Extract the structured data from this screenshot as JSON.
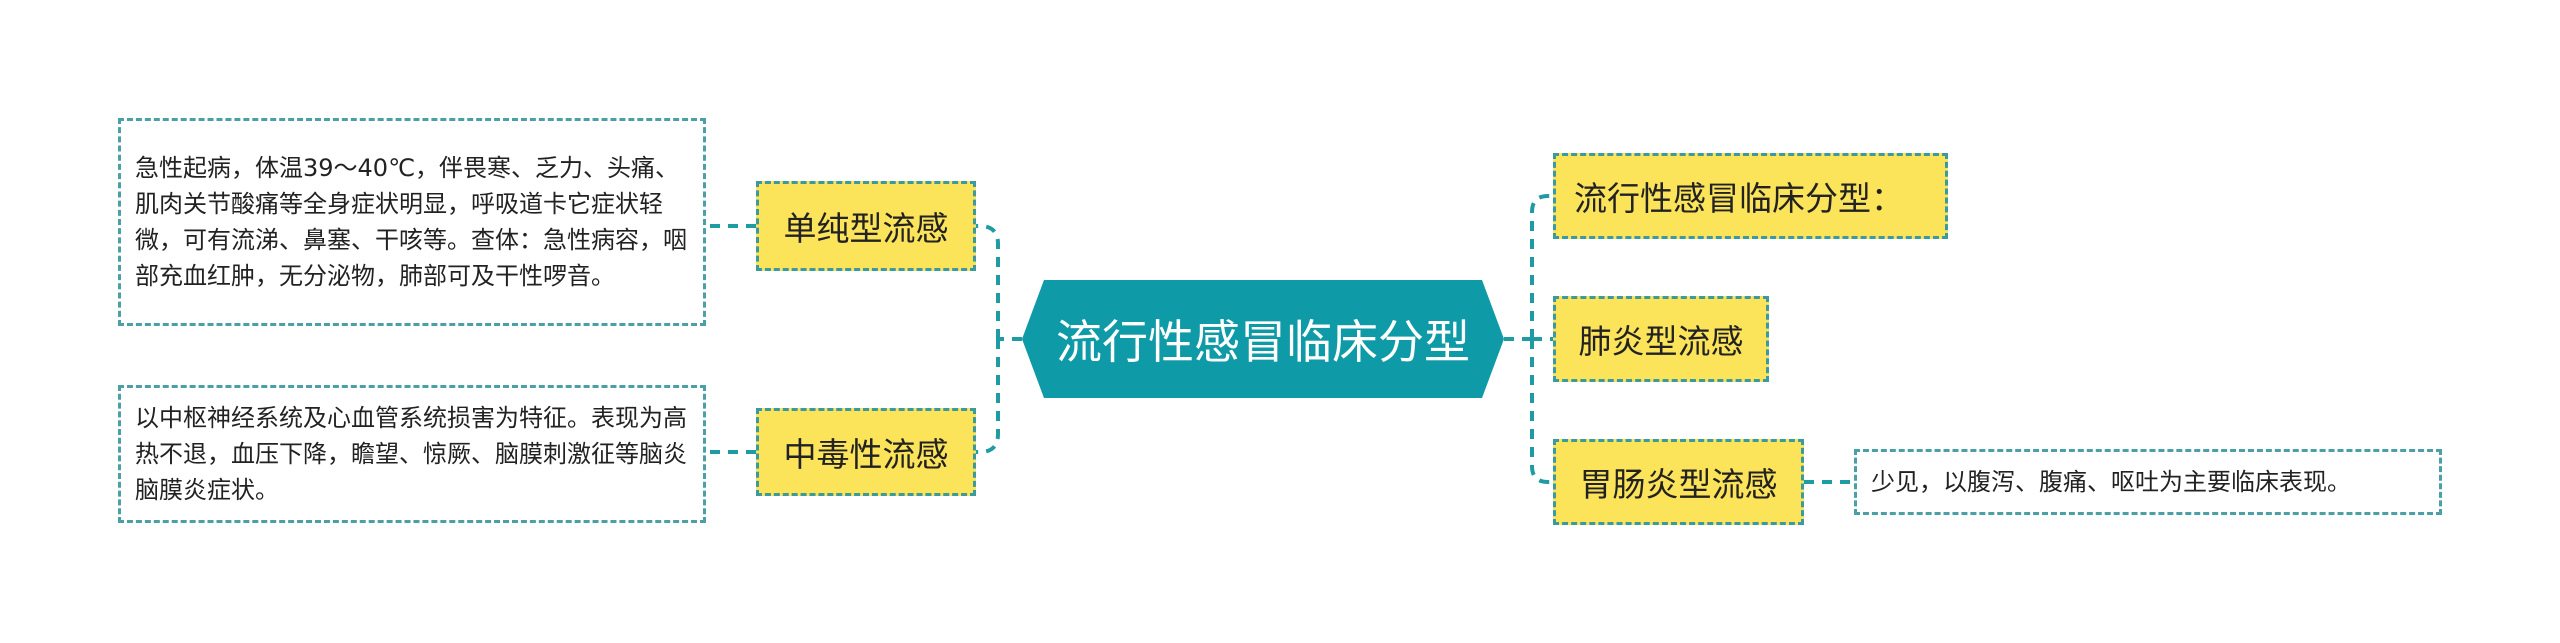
{
  "root": {
    "label": "流行性感冒临床分型"
  },
  "left_branches": [
    {
      "label": "单纯型流感",
      "detail": "急性起病，体温39～40℃，伴畏寒、乏力、头痛、肌肉关节酸痛等全身症状明显，呼吸道卡它症状轻微，可有流涕、鼻塞、干咳等。查体：急性病容，咽部充血红肿，无分泌物，肺部可及干性啰音。"
    },
    {
      "label": "中毒性流感",
      "detail": "以中枢神经系统及心血管系统损害为特征。表现为高热不退，血压下降，瞻望、惊厥、脑膜刺激征等脑炎脑膜炎症状。"
    }
  ],
  "right_branches": [
    {
      "label": "流行性感冒临床分型："
    },
    {
      "label": "肺炎型流感"
    },
    {
      "label": "胃肠炎型流感",
      "detail": "少见，以腹泻、腹痛、呕吐为主要临床表现。"
    }
  ],
  "colors": {
    "root_fill": "#0e9aa7",
    "topic_fill": "#fbe35a",
    "connector": "#1e9ba3"
  }
}
